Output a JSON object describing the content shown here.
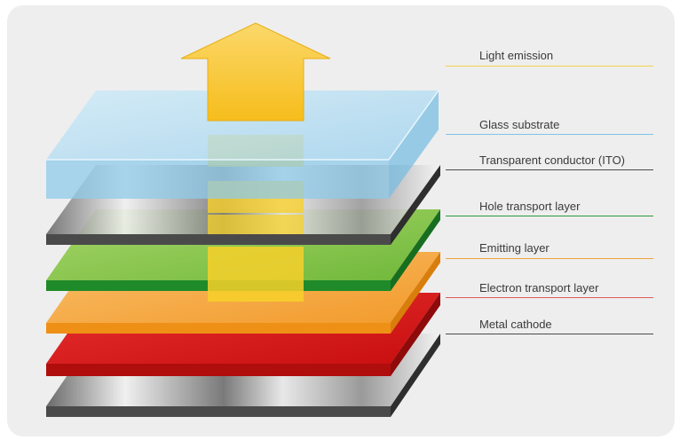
{
  "diagram": {
    "labels": [
      {
        "id": "light-emission",
        "text": "Light emission",
        "color": "#f2d14a"
      },
      {
        "id": "glass-substrate",
        "text": "Glass substrate",
        "color": "#7fc3e6"
      },
      {
        "id": "transparent-conductor",
        "text": "Transparent conductor (ITO)",
        "color": "#4a4a4a"
      },
      {
        "id": "hole-transport-layer",
        "text": "Hole transport layer",
        "color": "#2e9a3a"
      },
      {
        "id": "emitting-layer",
        "text": "Emitting layer",
        "color": "#f2a23a"
      },
      {
        "id": "electron-transport-layer",
        "text": "Electron transport layer",
        "color": "#e05a5a"
      },
      {
        "id": "metal-cathode",
        "text": "Metal cathode",
        "color": "#4a4a4a"
      }
    ],
    "colors": {
      "background": "#eeeeee",
      "glass": "#a8d8f0",
      "arrow": "#f7c62e",
      "ito": "#c9c9c9",
      "hole_transport": "#8cc84b",
      "emitting": "#f5a63a",
      "electron_transport": "#e01c1c",
      "cathode": "#cfcfcf"
    }
  }
}
